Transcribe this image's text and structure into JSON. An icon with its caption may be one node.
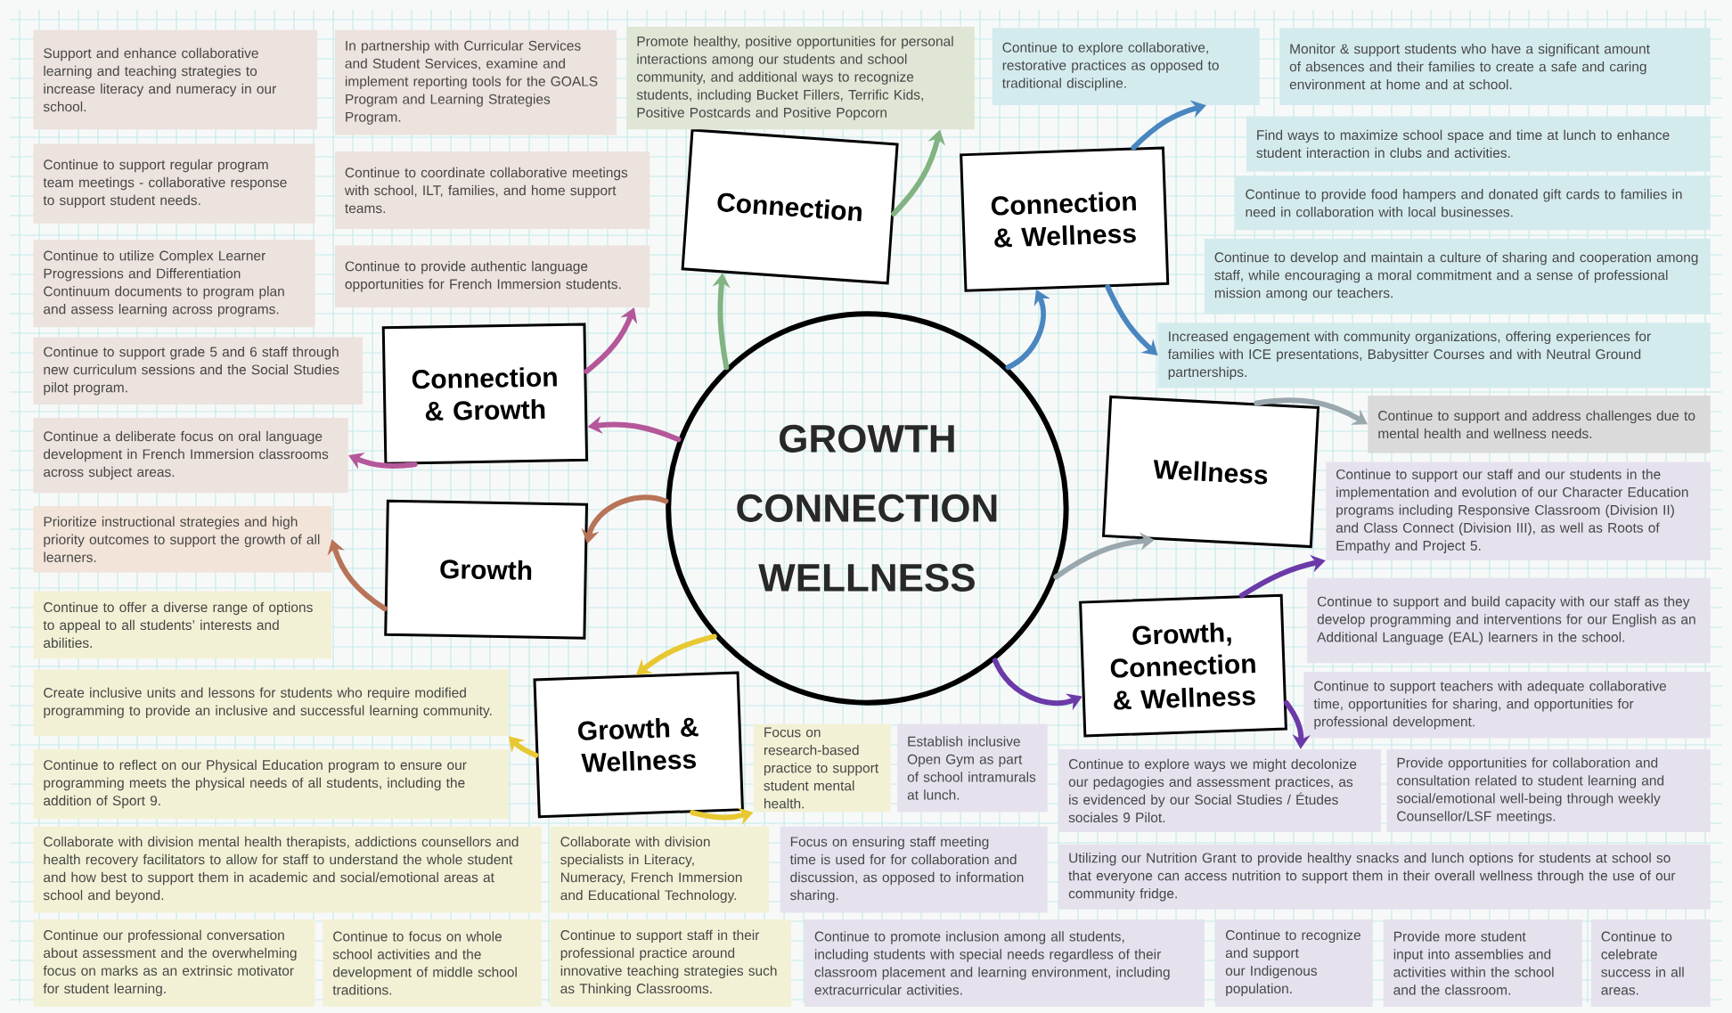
{
  "diagram": {
    "nodes": [
      {
        "text": [
          "GROWTH CONNECTION WELLNESS"
        ]
      },
      {
        "text": [
          "Connection"
        ]
      },
      {
        "text": [
          "Connection & Wellness"
        ]
      },
      {
        "text": [
          "Connection & Growth"
        ]
      },
      {
        "text": [
          "Growth"
        ]
      },
      {
        "text": [
          "Wellness"
        ]
      },
      {
        "text": [
          "Growth, Connection & Wellness"
        ]
      },
      {
        "text": [
          "Growth & Wellness"
        ]
      },
      {
        "text": [
          "Support and enhance collaborative learning and teaching strategies to increase literacy and numeracy in our school."
        ]
      },
      {
        "text": [
          "In partnership with Curricular Services and Student Services, examine and implement reporting tools for the GOALS Program and Learning Strategies Program."
        ]
      },
      {
        "text": [
          "Promote healthy, positive opportunities for personal interactions among our students and school community, and additional ways to recognize students, including Bucket Fillers, Terrific Kids, Positive Postcards and Positive Popcorn"
        ]
      },
      {
        "text": [
          "Continue to explore collaborative, restorative practices as opposed to traditional discipline."
        ]
      },
      {
        "text": [
          "Monitor & support students who have a significant amount of absences and their families to create a safe and caring environment at home and at school."
        ]
      },
      {
        "text": [
          "Continue to support regular program team meetings - collaborative response to support student needs."
        ]
      },
      {
        "text": [
          "Continue to coordinate collaborative meetings with school, ILT, families, and home support teams."
        ]
      },
      {
        "text": [
          "Find ways to maximize school space and time at lunch to enhance student interaction in clubs and activities."
        ]
      },
      {
        "text": [
          "Continue to provide food hampers and donated gift cards to families in need in collaboration with local businesses."
        ]
      },
      {
        "text": [
          "Continue to utilize Complex Learner Progressions and Differentiation Continuum documents to program plan and assess learning across programs."
        ]
      },
      {
        "text": [
          "Continue to provide authentic language opportunities for French Immersion students."
        ]
      },
      {
        "text": [
          "Continue to develop and maintain a culture of sharing and cooperation among staff, while encouraging a moral commitment and a sense of professional mission among our teachers."
        ]
      },
      {
        "text": [
          "Continue to support grade 5 and 6 staff through new curriculum sessions and the Social Studies pilot program."
        ]
      },
      {
        "text": [
          "Increased engagement with community organizations, offering experiences for families with ICE presentations, Babysitter Courses and with Neutral Ground partnerships."
        ]
      },
      {
        "text": [
          "Continue a deliberate focus on oral language development in French Immersion classrooms across subject areas."
        ]
      },
      {
        "text": [
          "Continue to support and address challenges due to mental health and wellness needs."
        ]
      },
      {
        "text": [
          "Continue to support our staff and our students in the implementation and evolution of our Character Education programs including Responsive Classroom (Division II) and Class Connect (Division III), as well as Roots of Empathy and Project 5."
        ]
      },
      {
        "text": [
          "Prioritize instructional strategies and high priority outcomes to support the growth of all learners."
        ]
      },
      {
        "text": [
          "Continue to offer a diverse range of options to appeal to all students’ interests and abilities."
        ]
      },
      {
        "text": [
          "Continue to support and build capacity with our staff as they develop programming and interventions for our English as an Additional Language (EAL) learners in the school."
        ]
      },
      {
        "text": [
          "Create inclusive units and lessons for students who require modified programming to provide an inclusive and successful learning community."
        ]
      },
      {
        "text": [
          "Continue to support teachers with adequate collaborative time, opportunities for sharing, and opportunities for professional development."
        ]
      },
      {
        "text": [
          "Focus on research-based practice to support student mental health."
        ]
      },
      {
        "text": [
          "Establish inclusive Open Gym as part of school intramurals at lunch."
        ]
      },
      {
        "text": [
          "Continue to explore ways we might decolonize our pedagogies and assessment practices, as is evidenced by our Social Studies / Études sociales 9 Pilot."
        ]
      },
      {
        "text": [
          "Provide opportunities for collaboration and consultation related to student learning and social/emotional well-being through weekly Counsellor/LSF meetings."
        ]
      },
      {
        "text": [
          "Continue to reflect on our Physical Education program to ensure our programming meets the physical needs of all students, including the addition of Sport 9."
        ]
      },
      {
        "text": [
          "Collaborate with division mental health therapists, addictions counsellors and health recovery facilitators to allow for staff to understand the whole student and how best to support them in academic and social/emotional areas at school and beyond."
        ]
      },
      {
        "text": [
          "Collaborate with division specialists in Literacy, Numeracy, French Immersion and Educational Technology."
        ]
      },
      {
        "text": [
          "Focus on ensuring staff meeting time is used for for collaboration and discussion, as opposed to information sharing."
        ]
      },
      {
        "text": [
          "Utilizing our Nutrition Grant to provide healthy snacks and lunch options for students at school so that everyone can access nutrition to support them in their overall wellness through the use of our community fridge."
        ]
      },
      {
        "text": [
          "Continue our professional conversation about assessment and the overwhelming focus on marks as an extrinsic motivator for student learning."
        ]
      },
      {
        "text": [
          "Continue to focus on whole school activities and the development of middle school traditions."
        ]
      },
      {
        "text": [
          "Continue to support staff in their professional practice around innovative teaching strategies such as Thinking Classrooms."
        ]
      },
      {
        "text": [
          "Continue to promote inclusion among all students, including students with special needs regardless of their classroom placement and learning environment, including extracurricular activities."
        ]
      },
      {
        "text": [
          "Continue to recognize and support our Indigenous population."
        ]
      },
      {
        "text": [
          "Provide more student input into assemblies and activities within the school and the classroom."
        ]
      },
      {
        "text": [
          "Continue to celebrate success in all areas."
        ]
      }
    ],
    "edges": [
      {
        "from": 0,
        "to": 1,
        "arrow": "to",
        "color": "#82b383"
      },
      {
        "from": 1,
        "to": 10,
        "arrow": "to",
        "color": "#82b383"
      },
      {
        "from": 0,
        "to": 2,
        "arrow": "to",
        "color": "#4a86c0"
      },
      {
        "from": 2,
        "to": 11,
        "arrow": "to",
        "color": "#4a86c0"
      },
      {
        "from": 2,
        "to": 21,
        "arrow": "to",
        "color": "#4a86c0"
      },
      {
        "from": 0,
        "to": 3,
        "arrow": "to",
        "color": "#b5589a"
      },
      {
        "from": 3,
        "to": 18,
        "arrow": "to",
        "color": "#b5589a"
      },
      {
        "from": 3,
        "to": 22,
        "arrow": "to",
        "color": "#b5589a"
      },
      {
        "from": 0,
        "to": 4,
        "arrow": "to",
        "color": "#b87458"
      },
      {
        "from": 4,
        "to": 25,
        "arrow": "to",
        "color": "#b87458"
      },
      {
        "from": 0,
        "to": 5,
        "arrow": "to",
        "color": "#9aa8ae"
      },
      {
        "from": 5,
        "to": 23,
        "arrow": "to",
        "color": "#9aa8ae"
      },
      {
        "from": 0,
        "to": 6,
        "arrow": "to",
        "color": "#6b3aa8"
      },
      {
        "from": 6,
        "to": 24,
        "arrow": "to",
        "color": "#6b3aa8"
      },
      {
        "from": 6,
        "to": 32,
        "arrow": "to",
        "color": "#6b3aa8"
      },
      {
        "from": 0,
        "to": 7,
        "arrow": "to",
        "color": "#e8c832"
      },
      {
        "from": 7,
        "to": 28,
        "arrow": "to",
        "color": "#e8c832"
      },
      {
        "from": 7,
        "to": 30,
        "arrow": "to",
        "color": "#e8c832"
      }
    ]
  }
}
